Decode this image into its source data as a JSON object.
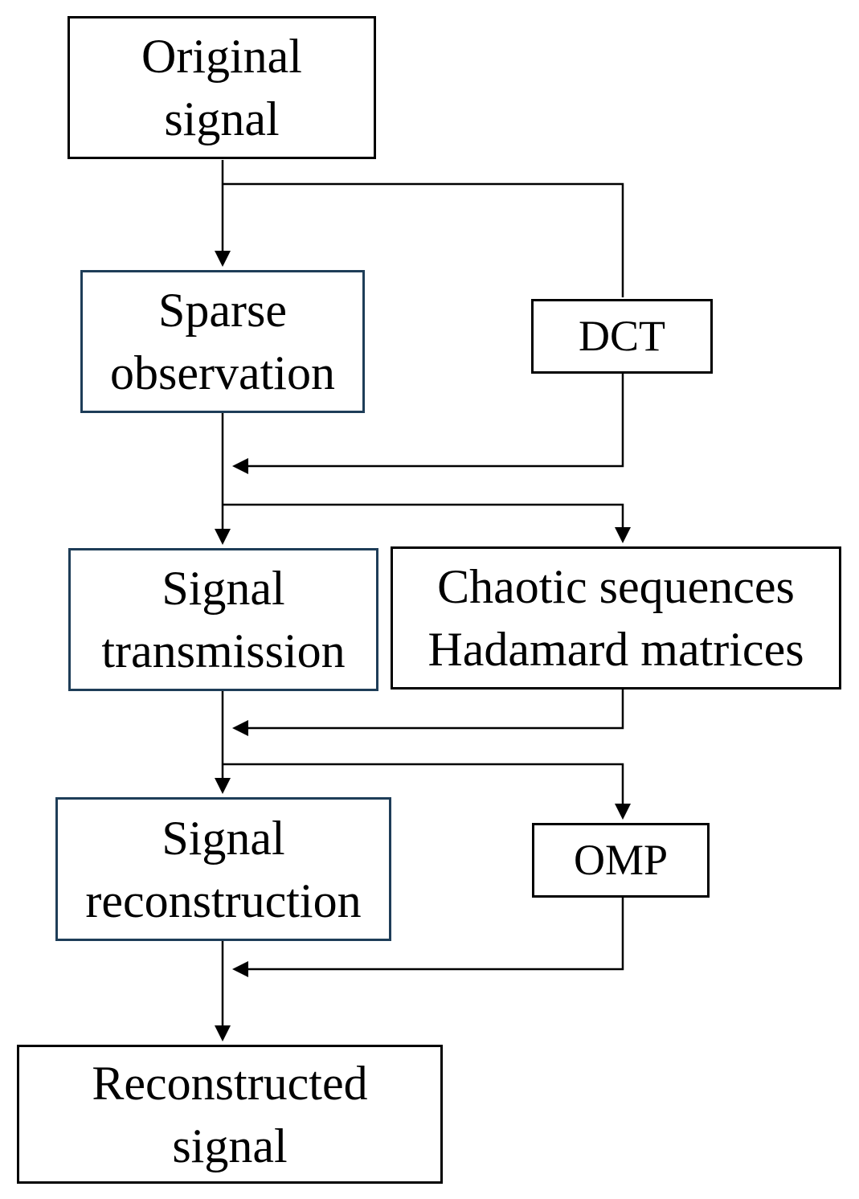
{
  "nodes": {
    "original_signal": {
      "label": "Original\nsignal"
    },
    "sparse_observation": {
      "label": "Sparse\nobservation"
    },
    "dct": {
      "label": "DCT"
    },
    "signal_transmission": {
      "label": "Signal\ntransmission"
    },
    "chaotic_sequences": {
      "label": "Chaotic sequences\nHadamard matrices"
    },
    "signal_reconstruction": {
      "label": "Signal\nreconstruction"
    },
    "omp": {
      "label": "OMP"
    },
    "reconstructed_signal": {
      "label": "Reconstructed\nsignal"
    }
  },
  "edges": [
    {
      "from": "original_signal",
      "to": "sparse_observation"
    },
    {
      "from": "original_signal",
      "to": "dct"
    },
    {
      "from": "dct",
      "to": "signal_transmission"
    },
    {
      "from": "sparse_observation",
      "to": "signal_transmission"
    },
    {
      "from": "sparse_observation",
      "to": "chaotic_sequences"
    },
    {
      "from": "chaotic_sequences",
      "to": "signal_reconstruction"
    },
    {
      "from": "signal_transmission",
      "to": "signal_reconstruction"
    },
    {
      "from": "signal_transmission",
      "to": "omp"
    },
    {
      "from": "omp",
      "to": "reconstructed_signal"
    },
    {
      "from": "signal_reconstruction",
      "to": "reconstructed_signal"
    }
  ],
  "colors": {
    "accent_border": "#1e3d58",
    "node_border": "#000000",
    "line_color": "#000000",
    "background": "#ffffff",
    "text_color": "#000000"
  }
}
